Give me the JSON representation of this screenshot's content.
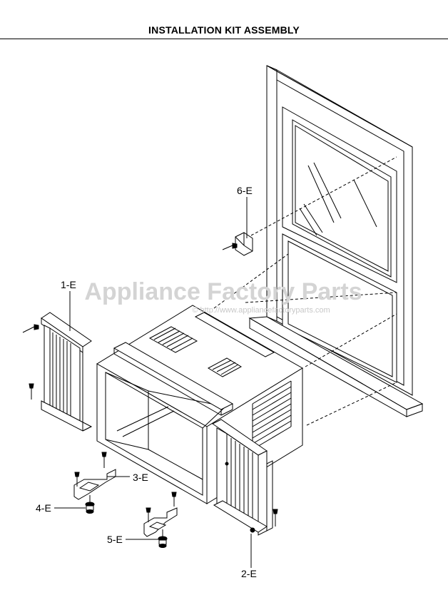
{
  "header": {
    "title": "INSTALLATION KIT ASSEMBLY"
  },
  "watermark": {
    "brand": "Appliance Factory Parts",
    "site": "© http://www.appliancefactoryparts.com"
  },
  "callouts": {
    "p1": "1-E",
    "p2": "2-E",
    "p3": "3-E",
    "p4": "4-E",
    "p5": "5-E",
    "p6": "6-E"
  },
  "colors": {
    "line": "#000000",
    "watermark": "#d4d4d4"
  }
}
